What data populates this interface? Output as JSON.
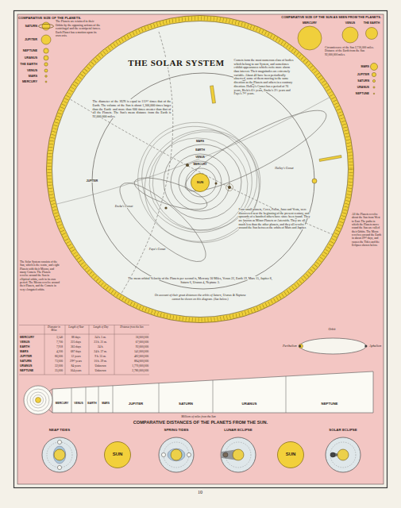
{
  "diagram": {
    "title": "THE SOLAR SYSTEM",
    "nodes": [
      {
        "text": [
          "SUN"
        ]
      },
      {
        "text": [
          "Orbit",
          "Perihelion",
          "Aphelion"
        ]
      },
      {
        "text": [
          "NEAP TIDES"
        ]
      },
      {
        "text": [
          "SUN"
        ]
      },
      {
        "text": [
          "SPRING TIDES"
        ]
      },
      {
        "text": [
          "LUNAR ECLIPSE"
        ]
      },
      {
        "text": [
          "SUN"
        ]
      },
      {
        "text": [
          "SOLAR ECLIPSE"
        ]
      }
    ],
    "labels": [
      "COMPARATIVE SIZE OF THE PLANETS.",
      "SATURN",
      "JUPITER",
      "NEPTUNE",
      "URANUS",
      "THE EARTH",
      "VENUS",
      "MARS",
      "MERCURY",
      "The Planets are retained in their Orbits by the opposing actions of the centrifugal and the centripetal forces. Each Planet has a motion upon its own axis.",
      "COMPARATIVE SIZE OF THE SUN AS SEEN FROM THE PLANETS.",
      "MERCURY",
      "VENUS",
      "THE EARTH",
      "MARS",
      "JUPITER",
      "SATURN",
      "URANUS",
      "NEPTUNE",
      "Circumference of the Sun 2,730,000 miles. Distance of the Earth from the Sun 92,000,000 miles.",
      "The diameter of the SUN is equal to 111½ times that of the Earth. The volume of the Sun is about 1,300,000 times larger than the Earth, and more than 600 times greater than that of all the Planets. The Sun's mean distance from the Earth is 92,000,000 miles.",
      "Comets form the most numerous class of bodies which belong to our System, and sometimes exhibit appearances which excite more alarm than interest. Their magnitudes are extremely variable. About 40 have been periodically observed, some of them moving in the same direction as the Planets and others in a contrary direction. Halley's Comet has a period of 76 years, Biela's 6¾ years, Encke's 3⅓ years and Faye's 7½ years.",
      "Four small planets, Ceres, Pallas, Juno and Vesta, were discovered near the beginning of the present century, and upwards of a hundred others have since been found. They are known as Minor Planets or Asteroids. They are all much less than the other planets, and they all revolve around the Sun between the orbits of Mars and Jupiter.",
      "The mean orbital Velocity of the Planets per second is, Mercury 30 Miles, Venus 22, Earth 19, Mars 15, Jupiter 8, Saturn 6, Uranus 4, Neptune 3.",
      "On account of their great distances the orbits of Saturn, Uranus & Neptune cannot be shown on this diagram. (See below.)",
      "MERCURY",
      "VENUS",
      "EARTH",
      "MARS",
      "JUPITER",
      "Halley's Comet",
      "Encke's Comet",
      "Faye's Comet",
      "The Solar System consists of the Sun, which is the centre, and eight Planets with their Moons, and many Comets. The Planets revolve around the Sun in elliptical orbits, each in its own period. The Moons revolve around their Planets, and the Comets in very elongated orbits.",
      "All the Planets revolve about the Sun from West to East. The paths in which the Planets move round the Sun are called their Orbits. The Moon revolves around the Earth in about 29½ days, and causes the Tides and the Eclipses shown below.",
      "Diameter in Miles",
      "Length of Year",
      "Length of Day",
      "Distance from the Sun",
      "MERCURY",
      "3,140",
      "88 days",
      "24 h. 5 m.",
      "36,000,000",
      "VENUS",
      "7,700",
      "225 days",
      "23 h. 21 m.",
      "67,000,000",
      "EARTH",
      "7,918",
      "365 days",
      "24 h.",
      "92,000,000",
      "MARS",
      "4,200",
      "687 days",
      "24 h. 37 m.",
      "141,000,000",
      "JUPITER",
      "86,000",
      "12 years",
      "9 h. 55 m.",
      "482,000,000",
      "SATURN",
      "73,000",
      "29½ years",
      "10 h. 29 m.",
      "884,000,000",
      "URANUS",
      "32,000",
      "84 years",
      "Unknown",
      "1,770,000,000",
      "NEPTUNE",
      "35,000",
      "164 years",
      "Unknown",
      "2,780,000,000",
      "Millions of miles from the Sun",
      "MERCURY",
      "VENUS",
      "EARTH",
      "MARS",
      "JUPITER",
      "SATURN",
      "URANUS",
      "NEPTUNE",
      "COMPARATIVE DISTANCES OF THE PLANETS FROM THE SUN.",
      "10"
    ]
  }
}
